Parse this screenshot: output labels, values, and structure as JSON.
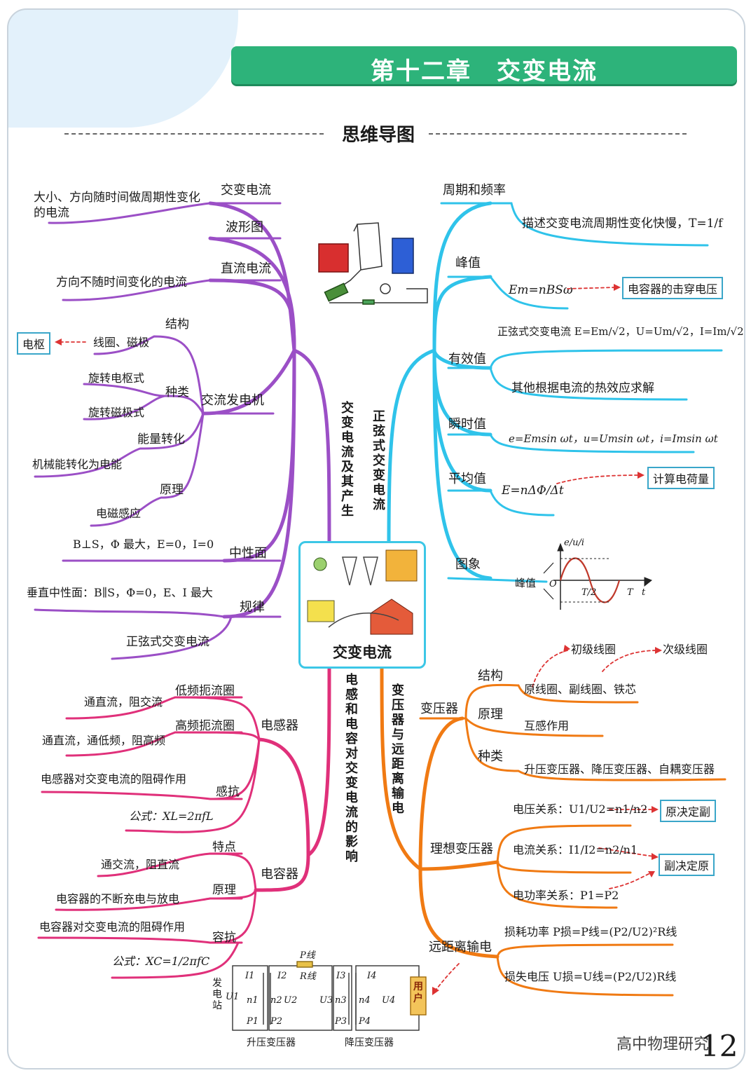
{
  "header": {
    "chapter_title": "第十二章　交变电流",
    "subtitle": "思维导图"
  },
  "center": {
    "label": "交变电流"
  },
  "branches": {
    "produce": "交变电流及其产生",
    "sine": "正弦式交变电流",
    "lc": "电感和电容对交变电流的影响",
    "transformer": "变压器与远距离输电"
  },
  "left_top": {
    "ac": "交变电流",
    "ac_def": "大小、方向随时间做周期性变化",
    "ac_def2": "的电流",
    "waveform": "波形图",
    "dc": "直流电流",
    "dc_def": "方向不随时间变化的电流",
    "structure": "结构",
    "coil_pole": "线圈、磁极",
    "armature": "电枢",
    "rot_armature": "旋转电枢式",
    "kind": "种类",
    "generator": "交流发电机",
    "rot_pole": "旋转磁极式",
    "energy": "能量转化",
    "mech_elec": "机械能转化为电能",
    "principle": "原理",
    "induction": "电磁感应",
    "neutral_cond": "B⊥S，Φ 最大，E=0，I=0",
    "neutral": "中性面",
    "perp_neutral": "垂直中性面：B∥S，Φ=0，E、I 最大",
    "law": "规律",
    "sine_ac": "正弦式交变电流"
  },
  "right_top": {
    "period_freq": "周期和频率",
    "period_desc": "描述交变电流周期性变化快慢，T=1/f",
    "peak": "峰值",
    "peak_formula": "Em=nBSω",
    "breakdown": "电容器的击穿电压",
    "sine_eff": "正弦式交变电流 E=Em/√2，U=Um/√2，I=Im/√2",
    "effective": "有效值",
    "other_eff": "其他根据电流的热效应求解",
    "instant": "瞬时值",
    "instant_formula": "e=Emsin ωt，u=Umsin ωt，i=Imsin ωt",
    "average": "平均值",
    "average_formula": "E=nΔΦ/Δt",
    "charge": "计算电荷量",
    "graph": "图象",
    "graph_peak": "峰值",
    "graph_axis_y": "e/u/i",
    "graph_o": "O",
    "graph_t": "T",
    "graph_tt": "t",
    "graph_half": "T/2"
  },
  "left_bottom": {
    "low_choke": "低频扼流圈",
    "dc_pass": "通直流，阻交流",
    "high_choke": "高频扼流圈",
    "inductor": "电感器",
    "low_pass": "通直流，通低频，阻高频",
    "ind_block": "电感器对交变电流的阻碍作用",
    "inductive_react": "感抗",
    "ind_formula": "公式：XL=2πfL",
    "feature": "特点",
    "ac_pass": "通交流，阻直流",
    "capacitor": "电容器",
    "cap_principle": "原理",
    "charge_discharge": "电容器的不断充电与放电",
    "cap_block": "电容器对交变电流的阻碍作用",
    "capacitive_react": "容抗",
    "cap_formula": "公式：XC=1/2πfC"
  },
  "right_bottom": {
    "primary": "初级线圈",
    "secondary": "次级线圈",
    "structure": "结构",
    "parts": "原线圈、副线圈、铁芯",
    "transformer": "变压器",
    "principle": "原理",
    "mutual": "互感作用",
    "kind": "种类",
    "types": "升压变压器、降压变压器、自耦变压器",
    "voltage_rel": "电压关系：U1/U2=n1/n2",
    "orig_decides": "原决定副",
    "ideal": "理想变压器",
    "current_rel": "电流关系：I1/I2=n2/n1",
    "sec_decides": "副决定原",
    "power_rel": "电功率关系：P1=P2",
    "power_loss": "损耗功率 P损=P线=(P2/U2)²R线",
    "long_dist": "远距离输电",
    "voltage_loss": "损失电压 U损=U线=(P2/U2)R线"
  },
  "circuit": {
    "station": "发电站",
    "user": "用户",
    "step_up": "升压变压器",
    "step_down": "降压变压器",
    "p_line": "P线",
    "r_line": "R线",
    "labels": [
      "I1",
      "U1",
      "n1",
      "P1",
      "I2",
      "n2",
      "U2",
      "P2",
      "I3",
      "U3",
      "n3",
      "P3",
      "I4",
      "n4",
      "U4",
      "P4"
    ]
  },
  "footer": {
    "page_number": "12",
    "watermark": "高中物理研究"
  },
  "colors": {
    "purple": "#9b4fc6",
    "cyan": "#2fc3ea",
    "magenta": "#e0307a",
    "orange": "#f07a13",
    "banner": "#2db37a"
  }
}
